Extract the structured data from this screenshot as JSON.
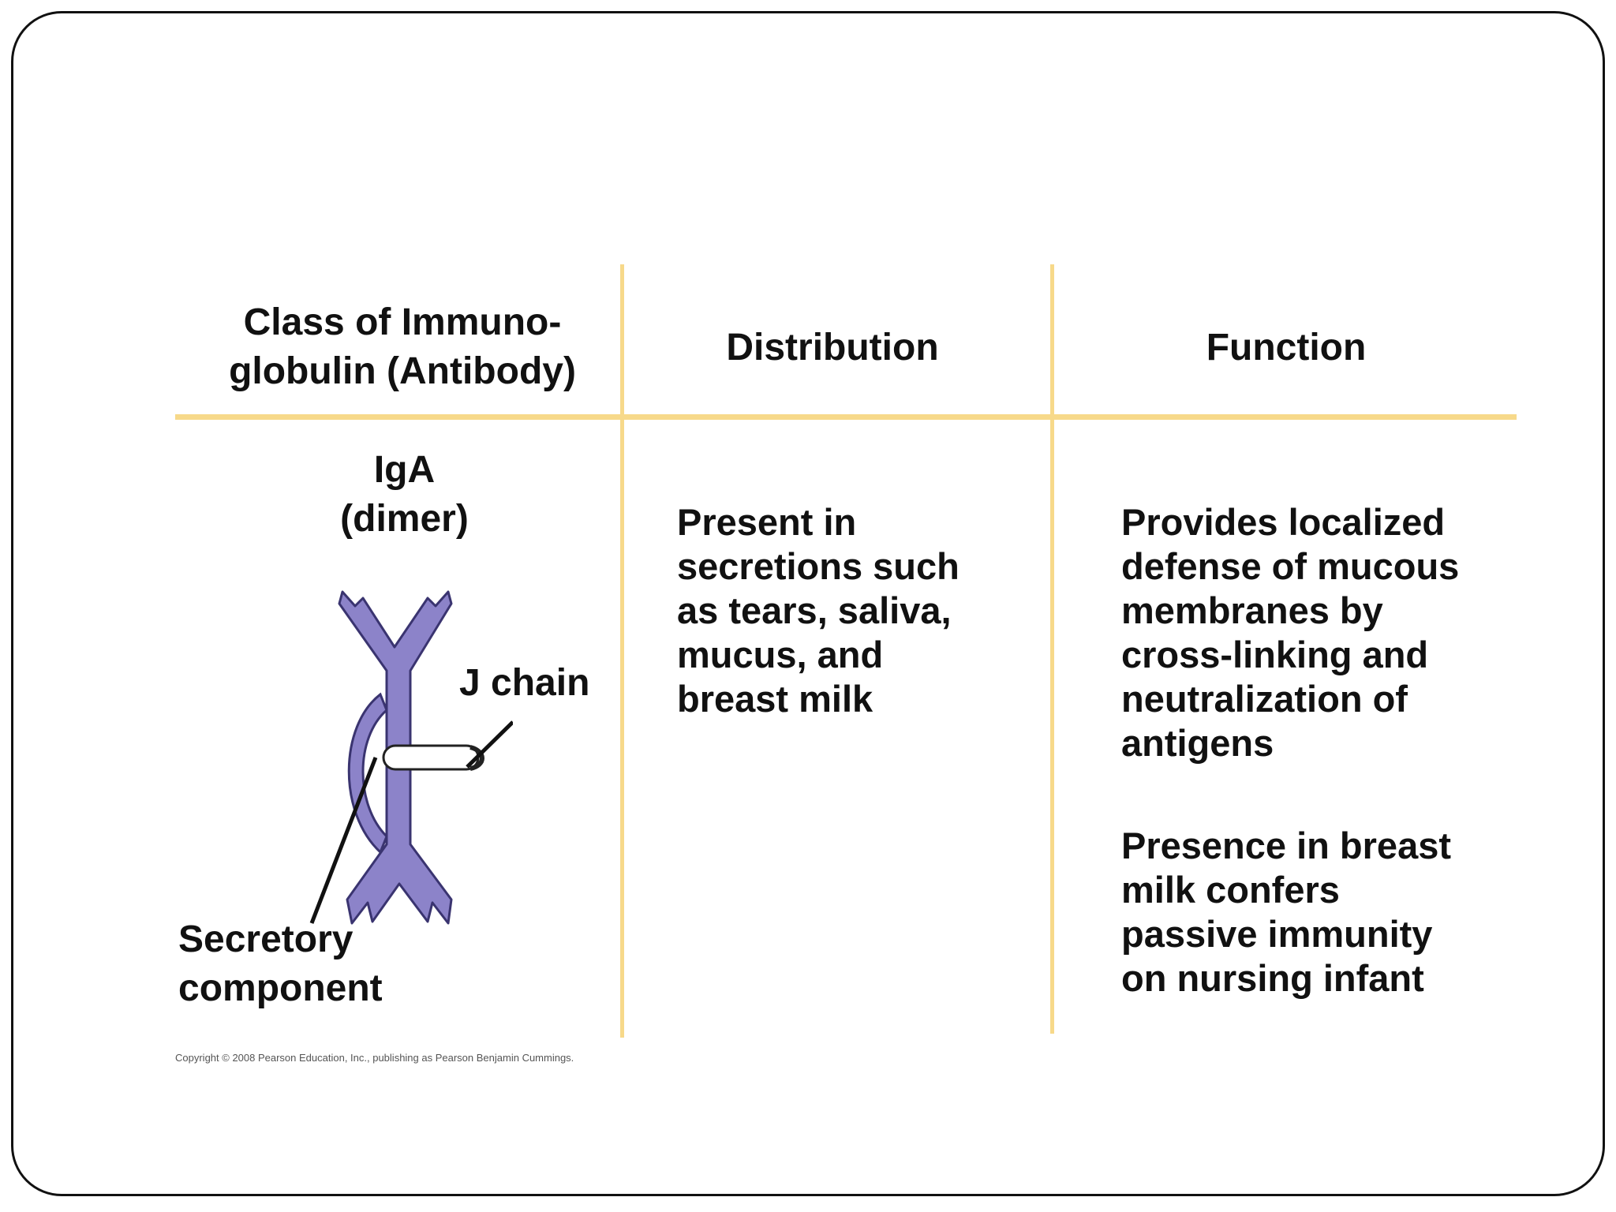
{
  "table": {
    "headers": {
      "class": "Class of Immuno-\nglobulin (Antibody)",
      "distribution": "Distribution",
      "function": "Function"
    },
    "row": {
      "class_name": "IgA\n(dimer)",
      "distribution": "Present in\nsecretions such\nas tears, saliva,\nmucus, and\nbreast milk",
      "function_1": "Provides localized\ndefense of mucous\nmembranes by\ncross-linking and\nneutralization of\nantigens",
      "function_2": "Presence in breast\nmilk confers\npassive immunity\non nursing infant"
    }
  },
  "diagram": {
    "labels": {
      "j_chain": "J chain",
      "secretory_component": "Secretory\ncomponent"
    },
    "colors": {
      "antibody": "#8c83c9",
      "antibody_outline": "#3a3470",
      "grid": "#f7d98a"
    }
  },
  "copyright": "Copyright © 2008 Pearson Education, Inc., publishing as Pearson Benjamin Cummings."
}
